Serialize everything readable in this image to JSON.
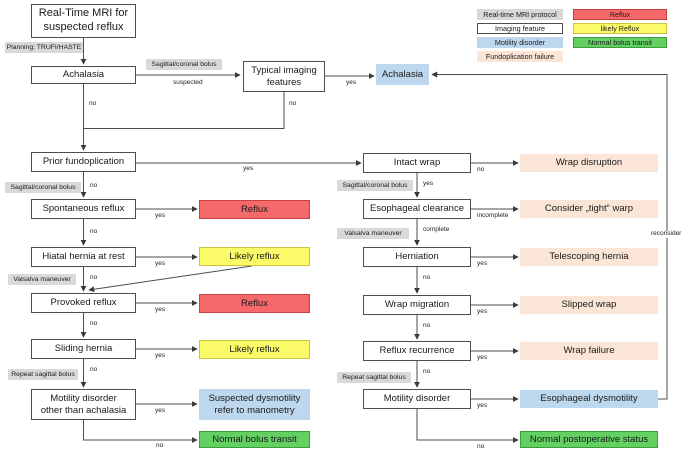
{
  "colors": {
    "red": "#f5696a",
    "yellow": "#fbfb69",
    "green": "#62d162",
    "blue": "#bdd7ee",
    "peach": "#fbe5d6",
    "gray": "#d9d9d9"
  },
  "nodes": {
    "rtmri": "Real-Time MRI for\nsuspected reflux",
    "achalasia": "Achalasia",
    "typical_imaging": "Typical imaging\nfeatures",
    "achalasia_result": "Achalasia",
    "prior_fundoplication": "Prior fundoplication",
    "spontaneous_reflux": "Spontaneous reflux",
    "reflux1": "Reflux",
    "hiatal_hernia": "Hiatal hernia at rest",
    "likely_reflux1": "Likely reflux",
    "provoked_reflux": "Provoked reflux",
    "reflux2": "Reflux",
    "sliding_hernia": "Sliding hernia",
    "likely_reflux2": "Likely reflux",
    "motility_other": "Motility disorder\nother than achalasia",
    "suspected_dysmotility": "Suspected dysmotility\nrefer to manometry",
    "normal_bolus": "Normal bolus transit",
    "intact_wrap": "Intact wrap",
    "wrap_disruption": "Wrap disruption",
    "esophageal_clearance": "Esophageal clearance",
    "consider_tight": "Consider „tight“ warp",
    "herniation": "Herniation",
    "telescoping_hernia": "Telescoping hernia",
    "wrap_migration": "Wrap migration",
    "slipped_wrap": "Slipped wrap",
    "reflux_recurrence": "Reflux recurrence",
    "wrap_failure": "Wrap failure",
    "motility_disorder": "Motility disorder",
    "esophageal_dysmotility": "Esophageal dysmotility",
    "normal_postop": "Normal postoperative status"
  },
  "protocol_labels": {
    "planning": "Planning: TRUFI/HASTE",
    "sagittal_coronal": "Sagittal/coronal bolus",
    "valsalva": "Valsalva maneuver",
    "repeat_sagittal": "Repeat sagittal bolus"
  },
  "edge_labels": {
    "yes": "yes",
    "no": "no",
    "suspected": "suspected",
    "incomplete": "incomplete",
    "complete": "complete",
    "reconsider": "reconsider"
  },
  "legend": {
    "items": [
      {
        "label": "Real-time MRI protocol"
      },
      {
        "label": "Reflux"
      },
      {
        "label": "Imaging feature"
      },
      {
        "label": "likely Reflux"
      },
      {
        "label": "Motility disorder"
      },
      {
        "label": "Normal bolus transit"
      },
      {
        "label": "Fundoplication failure"
      }
    ]
  }
}
